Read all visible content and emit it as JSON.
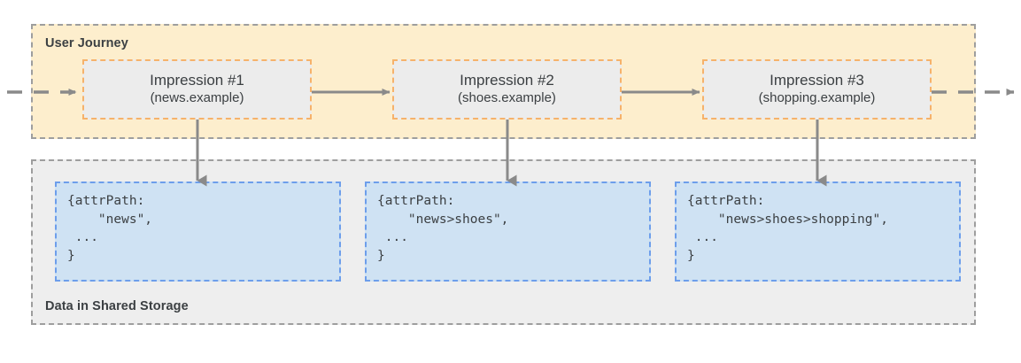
{
  "diagram": {
    "title_journey": "User Journey",
    "title_storage": "Data in Shared Storage",
    "colors": {
      "journey_fill": "#fdeecd",
      "journey_border": "#9e9e9e",
      "storage_fill": "#eeeeee",
      "storage_border": "#9e9e9e",
      "impression_fill": "#ececec",
      "impression_border": "#f6b26b",
      "code_fill": "#cfe2f3",
      "code_border": "#6d9eeb",
      "arrow": "#8a8a8a",
      "text": "#3c4043"
    }
  },
  "impressions": [
    {
      "title": "Impression #1",
      "site": "(news.example)"
    },
    {
      "title": "Impression #2",
      "site": "(shoes.example)"
    },
    {
      "title": "Impression #3",
      "site": "(shopping.example)"
    }
  ],
  "storage_entries": [
    {
      "code": "{attrPath:\n    \"news\",\n ...\n}"
    },
    {
      "code": "{attrPath:\n    \"news>shoes\",\n ...\n}"
    },
    {
      "code": "{attrPath:\n    \"news>shoes>shopping\",\n ...\n}"
    }
  ]
}
